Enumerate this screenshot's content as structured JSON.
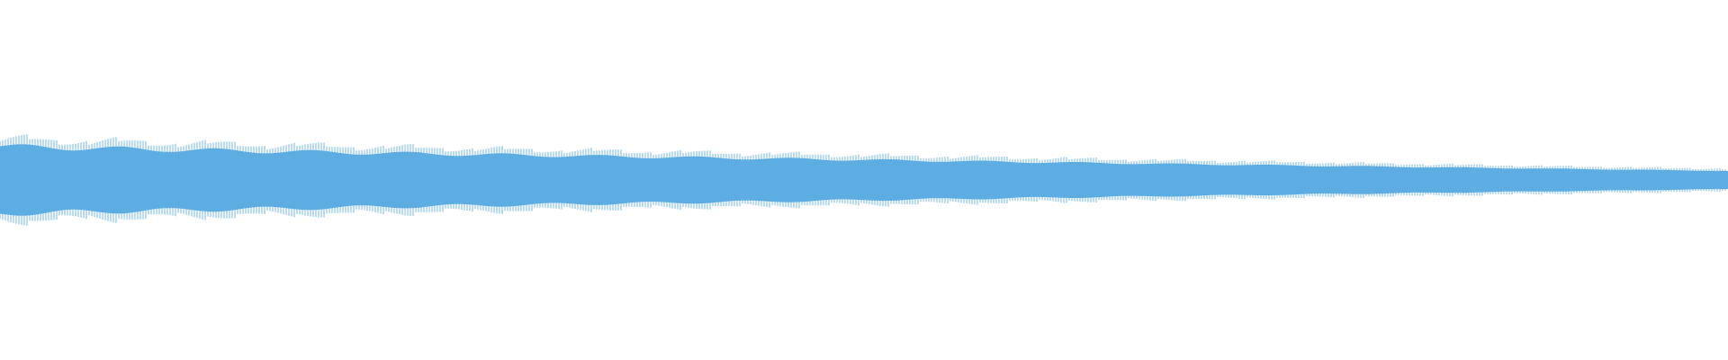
{
  "waveform": {
    "color": "#5dade2",
    "background": "#ffffff",
    "envelope": {
      "start_level": 0.48,
      "end_level": 0.13
    },
    "ripple": {
      "depth": 0.08,
      "cycles": 18
    }
  }
}
